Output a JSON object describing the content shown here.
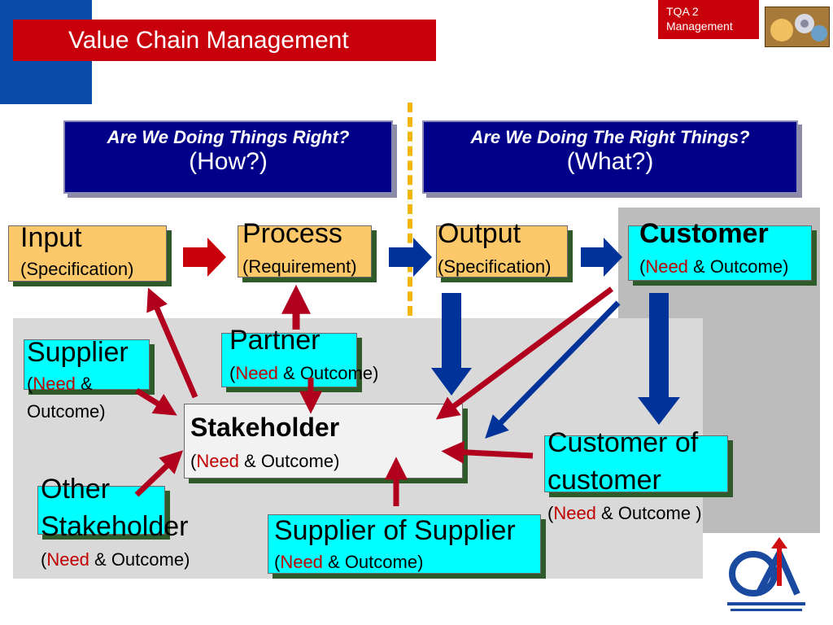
{
  "header": {
    "title": "Value Chain Management"
  },
  "corner": {
    "line1": "TQA 2",
    "line2": "Management"
  },
  "questions": {
    "left": {
      "line1": "Are We Doing Things Right?",
      "line2": "(How?)"
    },
    "right": {
      "line1": "Are We Doing The Right Things?",
      "line2": "(What?)"
    }
  },
  "chain": {
    "input": {
      "title": "Input",
      "sub": "(Specification)"
    },
    "process": {
      "title": "Process",
      "sub": "(Requirement)"
    },
    "output": {
      "title": "Output",
      "sub": "(Specification)"
    },
    "customer": {
      "title": "Customer",
      "open": "(",
      "need": "Need",
      "rest": " & Outcome)"
    }
  },
  "parties": {
    "supplier": {
      "title": "Supplier",
      "open": "(",
      "need": "Need",
      "rest": " &",
      "line3": "Outcome)"
    },
    "partner": {
      "title": "Partner",
      "open": "(",
      "need": "Need",
      "rest": " & Outcome)"
    },
    "stakeholder": {
      "title": "Stakeholder",
      "open": "(",
      "need": "Need",
      "rest": " & Outcome)"
    },
    "other": {
      "line1": "Other",
      "line2": "Stakeholder",
      "open": "(",
      "need": "Need",
      "rest": " & Outcome)"
    },
    "sos": {
      "title": "Supplier of Supplier",
      "open": "(",
      "need": "Need",
      "rest": " & Outcome)"
    },
    "coc": {
      "line1": "Customer of",
      "line2": "customer",
      "open": "(",
      "need": "Need",
      "rest": " & Outcome )"
    }
  },
  "colors": {
    "red": "#c8000b",
    "navy": "#000088",
    "arrow_red": "#b0001e",
    "arrow_blue": "#003399",
    "cyan": "#00ffff",
    "orange": "#fdc86a"
  },
  "icons": [
    "clover-photo-icon",
    "tpi-logo-icon"
  ]
}
